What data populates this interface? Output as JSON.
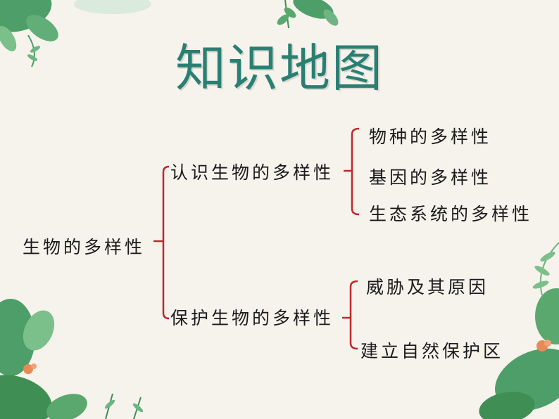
{
  "title": "知识地图",
  "root": {
    "label": "生物的多样性"
  },
  "branches": [
    {
      "label": "认识生物的多样性",
      "children": [
        "物种的多样性",
        "基因的多样性",
        "生态系统的多样性"
      ]
    },
    {
      "label": "保护生物的多样性",
      "children": [
        "威胁及其原因",
        "建立自然保护区"
      ]
    }
  ],
  "colors": {
    "bracket": "#c0282b",
    "title": "#2a7f73",
    "leaf": "#3f9a5a",
    "flower": "#e88a57"
  }
}
